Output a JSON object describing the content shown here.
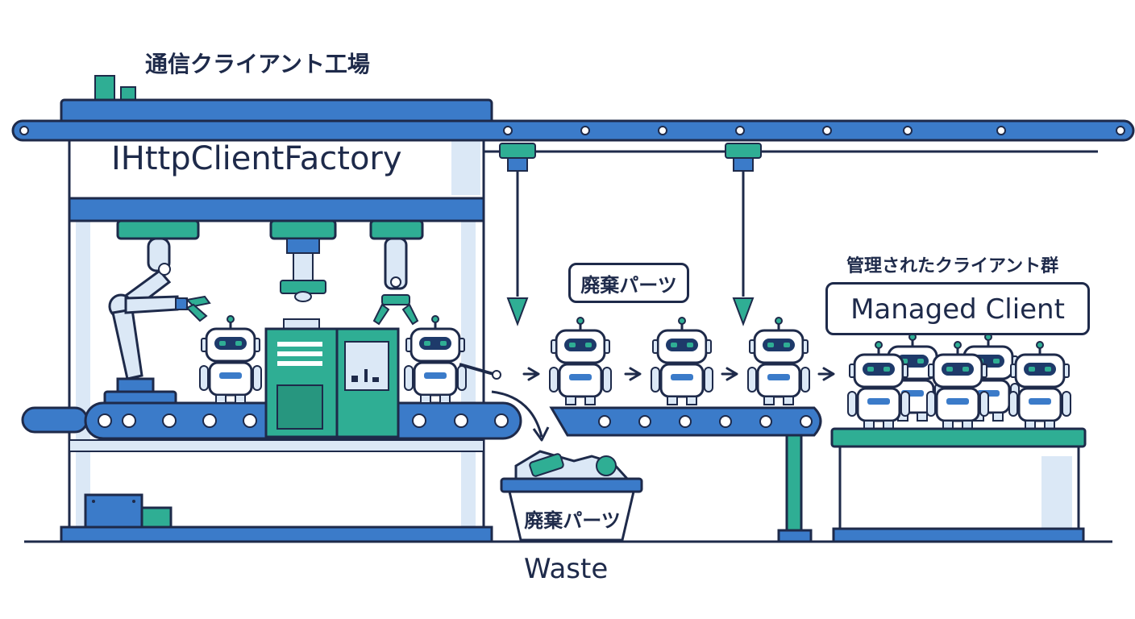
{
  "title": "通信クライアント工場",
  "factory": {
    "name": "IHttpClientFactory"
  },
  "waste_tag": "廃棄パーツ",
  "managed": {
    "title": "管理されたクライアント群",
    "label": "Managed Client"
  },
  "bin": {
    "label": "廃棄パーツ"
  },
  "waste_label": "Waste",
  "colors": {
    "blue": "#3b7bc9",
    "teal": "#2fae94",
    "outline": "#1e2a4a",
    "light": "#dbe8f6"
  },
  "icons": [
    "robot-icon",
    "robotic-arm-icon",
    "gripper-claw-icon",
    "arrow-right-icon",
    "drop-arrow-icon",
    "trash-bin-icon"
  ]
}
